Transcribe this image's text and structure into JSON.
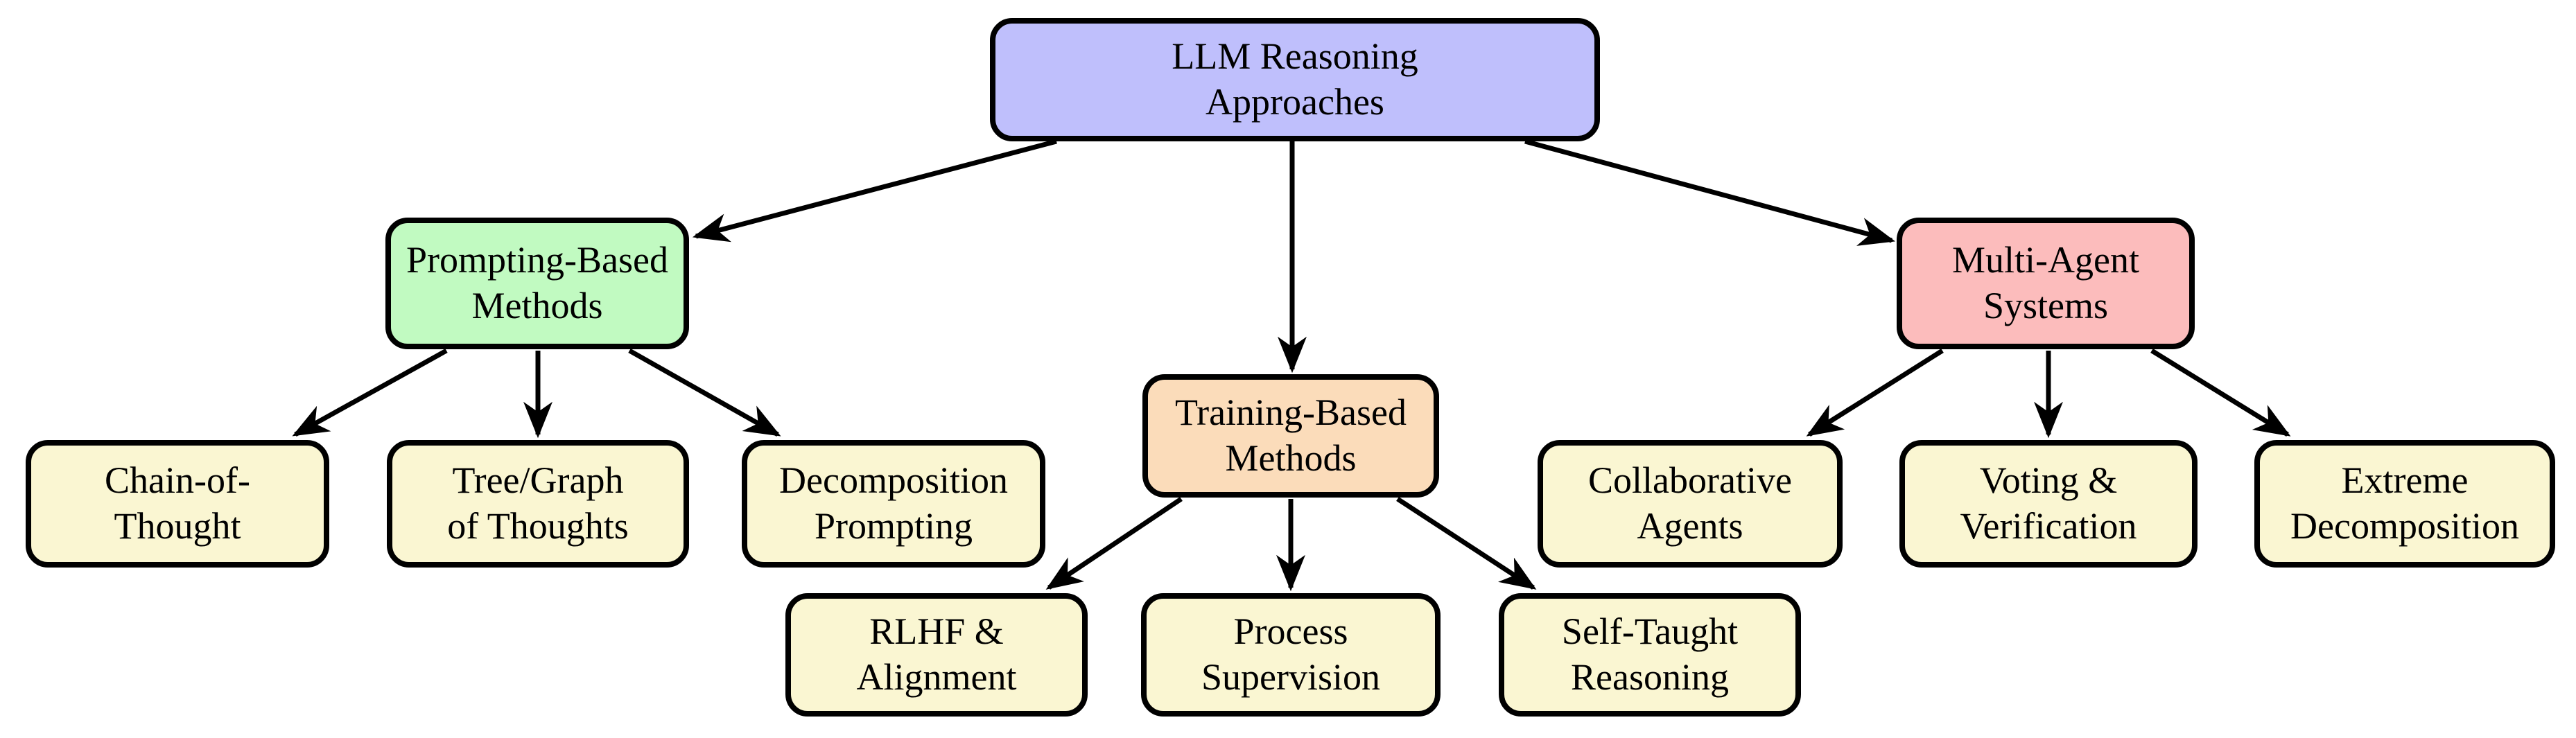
{
  "diagram": {
    "type": "tree-flowchart",
    "background": "#ffffff",
    "line_color": "#000000",
    "nodes": {
      "root": {
        "line1": "LLM Reasoning",
        "line2": "Approaches",
        "fill": "#bfbffc"
      },
      "prompting": {
        "line1": "Prompting-Based",
        "line2": "Methods",
        "fill": "#c1fac1"
      },
      "training": {
        "line1": "Training-Based",
        "line2": "Methods",
        "fill": "#fbdcba"
      },
      "multiagent": {
        "line1": "Multi-Agent",
        "line2": "Systems",
        "fill": "#fcbcbc"
      },
      "cot": {
        "line1": "Chain-of-",
        "line2": "Thought",
        "fill": "#faf6d2"
      },
      "tree": {
        "line1": "Tree/Graph",
        "line2": "of Thoughts",
        "fill": "#faf6d2"
      },
      "decomp": {
        "line1": "Decomposition",
        "line2": "Prompting",
        "fill": "#faf6d2"
      },
      "rlhf": {
        "line1": "RLHF &",
        "line2": "Alignment",
        "fill": "#faf6d2"
      },
      "process": {
        "line1": "Process",
        "line2": "Supervision",
        "fill": "#faf6d2"
      },
      "selftaught": {
        "line1": "Self-Taught",
        "line2": "Reasoning",
        "fill": "#faf6d2"
      },
      "collab": {
        "line1": "Collaborative",
        "line2": "Agents",
        "fill": "#faf6d2"
      },
      "voting": {
        "line1": "Voting &",
        "line2": "Verification",
        "fill": "#faf6d2"
      },
      "extreme": {
        "line1": "Extreme",
        "line2": "Decomposition",
        "fill": "#faf6d2"
      }
    },
    "edges": [
      {
        "from": "root",
        "to": "prompting"
      },
      {
        "from": "root",
        "to": "training"
      },
      {
        "from": "root",
        "to": "multiagent"
      },
      {
        "from": "prompting",
        "to": "cot"
      },
      {
        "from": "prompting",
        "to": "tree"
      },
      {
        "from": "prompting",
        "to": "decomp"
      },
      {
        "from": "training",
        "to": "rlhf"
      },
      {
        "from": "training",
        "to": "process"
      },
      {
        "from": "training",
        "to": "selftaught"
      },
      {
        "from": "multiagent",
        "to": "collab"
      },
      {
        "from": "multiagent",
        "to": "voting"
      },
      {
        "from": "multiagent",
        "to": "extreme"
      }
    ]
  }
}
